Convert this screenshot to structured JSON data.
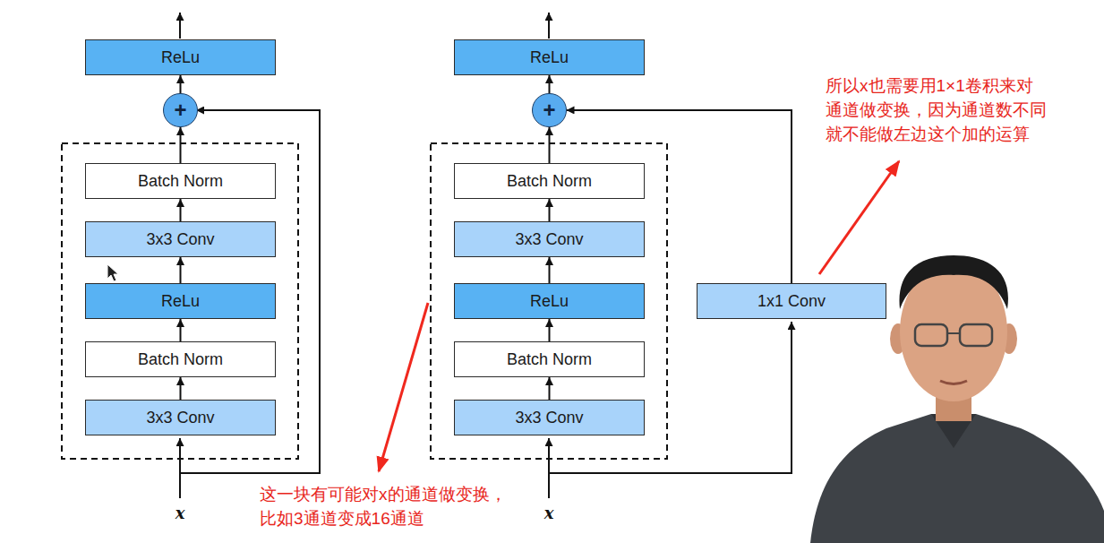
{
  "diagram": {
    "nodes": [
      {
        "text": [
          "ReLu"
        ]
      },
      {
        "text": [
          "+"
        ]
      },
      {
        "text": [
          "Batch Norm"
        ]
      },
      {
        "text": [
          "3x3 Conv"
        ]
      },
      {
        "text": [
          "ReLu"
        ]
      },
      {
        "text": [
          "Batch Norm"
        ]
      },
      {
        "text": [
          "3x3 Conv"
        ]
      },
      {
        "text": [
          "ReLu"
        ]
      },
      {
        "text": [
          "+"
        ]
      },
      {
        "text": [
          "Batch Norm"
        ]
      },
      {
        "text": [
          "3x3 Conv"
        ]
      },
      {
        "text": [
          "ReLu"
        ]
      },
      {
        "text": [
          "Batch Norm"
        ]
      },
      {
        "text": [
          "3x3 Conv"
        ]
      },
      {
        "text": [
          "1x1 Conv"
        ]
      }
    ],
    "edges": [
      {
        "from": 6,
        "to": 5,
        "arrow": "to"
      },
      {
        "from": 5,
        "to": 4,
        "arrow": "to"
      },
      {
        "from": 4,
        "to": 3,
        "arrow": "to"
      },
      {
        "from": 3,
        "to": 2,
        "arrow": "to"
      },
      {
        "from": 2,
        "to": 1,
        "arrow": "to"
      },
      {
        "from": 1,
        "to": 0,
        "arrow": "to"
      },
      {
        "from": 13,
        "to": 12,
        "arrow": "to"
      },
      {
        "from": 12,
        "to": 11,
        "arrow": "to"
      },
      {
        "from": 11,
        "to": 10,
        "arrow": "to"
      },
      {
        "from": 10,
        "to": 9,
        "arrow": "to"
      },
      {
        "from": 9,
        "to": 8,
        "arrow": "to"
      },
      {
        "from": 8,
        "to": 7,
        "arrow": "to"
      },
      {
        "from": 14,
        "to": 8,
        "arrow": "to"
      }
    ],
    "labels": [
      "x",
      "x",
      "这一块有可能对x的通道做变换， 比如3通道变成16通道",
      "所以x也需要用1×1卷积来对 通道做变换，因为通道数不同 就不能做左边这个加的运算"
    ]
  }
}
